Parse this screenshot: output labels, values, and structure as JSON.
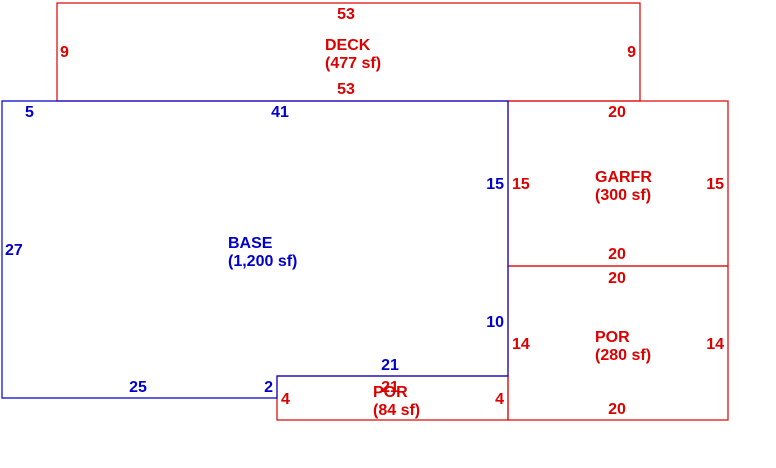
{
  "colors": {
    "base": "#0000cc",
    "addition": "#dd0000",
    "background": "#ffffff"
  },
  "areas": {
    "deck": {
      "name": "DECK",
      "area": "(477 sf)"
    },
    "base": {
      "name": "BASE",
      "area": "(1,200 sf)"
    },
    "garfr": {
      "name": "GARFR",
      "area": "(300 sf)"
    },
    "por1": {
      "name": "POR",
      "area": "(280 sf)"
    },
    "por2": {
      "name": "POR",
      "area": "(84 sf)"
    }
  },
  "dimensions": {
    "deck": {
      "top": "53",
      "bottom": "53",
      "left": "9",
      "right": "9"
    },
    "base": {
      "top_left": "5",
      "top": "41",
      "left": "27",
      "right_upper": "15",
      "right_lower": "10",
      "bottom_inner": "21",
      "bottom": "25",
      "step": "2"
    },
    "garfr": {
      "top": "20",
      "bottom": "20",
      "left": "15",
      "right": "15"
    },
    "por1": {
      "top": "20",
      "bottom": "20",
      "left": "14",
      "right": "14"
    },
    "por2": {
      "top": "21",
      "left": "4",
      "right": "4"
    }
  }
}
